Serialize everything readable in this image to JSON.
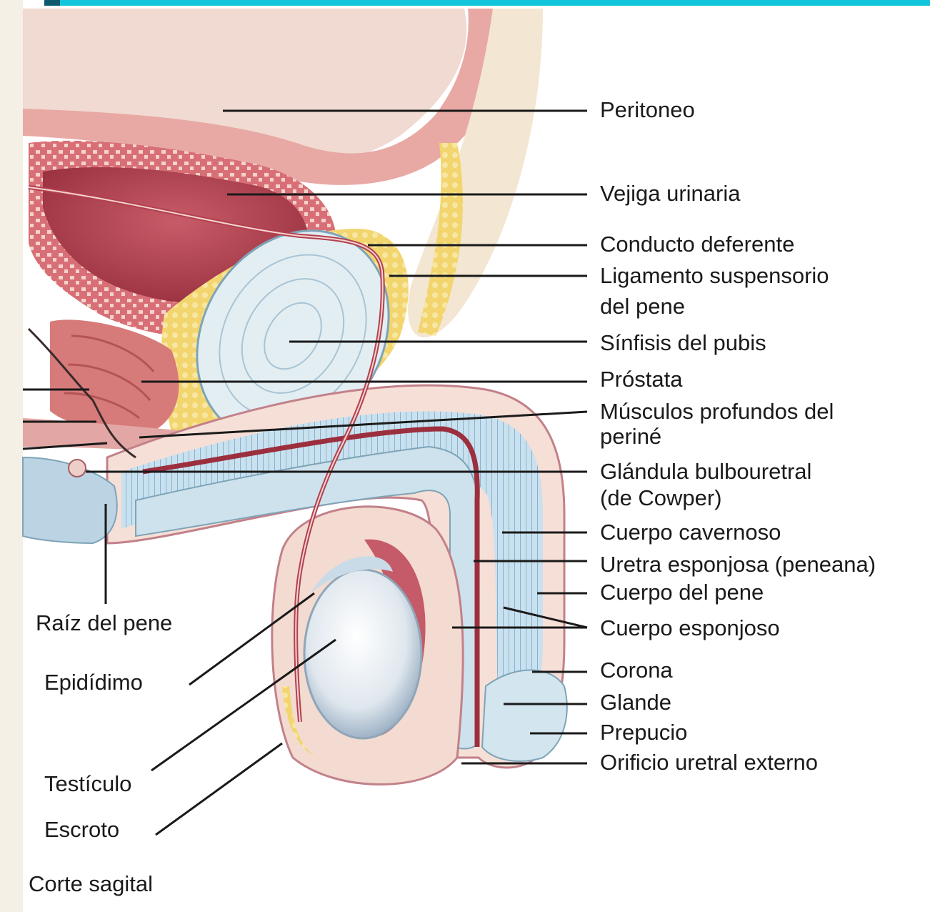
{
  "labels_right": {
    "peritoneo": "Peritoneo",
    "vejiga": "Vejiga urinaria",
    "conducto": "Conducto deferente",
    "ligamento_1": "Ligamento suspensorio",
    "ligamento_2": "del pene",
    "sinfisis": "Sínfisis del pubis",
    "prostata": "Próstata",
    "musculos_1": "Músculos profundos del",
    "musculos_2": "periné",
    "glandula_1": "Glándula bulbouretral",
    "glandula_2": "(de Cowper)",
    "cavernoso": "Cuerpo cavernoso",
    "uretra": "Uretra esponjosa (peneana)",
    "cuerpo_pene": "Cuerpo del pene",
    "esponjoso": "Cuerpo esponjoso",
    "corona": "Corona",
    "glande": "Glande",
    "prepucio": "Prepucio",
    "orificio": "Orificio uretral externo"
  },
  "labels_left": {
    "raiz": "Raíz del pene",
    "epididimo": "Epidídimo",
    "testiculo": "Testículo",
    "escroto": "Escroto"
  },
  "caption": "Corte sagital",
  "colors": {
    "accent_bar": "#10c4dc",
    "accent_bar_dark": "#0d5a6e",
    "muscle": "#c65b66",
    "bone": "#dbe9ef",
    "fat": "#f0cf6a",
    "erectile": "#bcd8ea",
    "skin": "#f6d9cc"
  }
}
